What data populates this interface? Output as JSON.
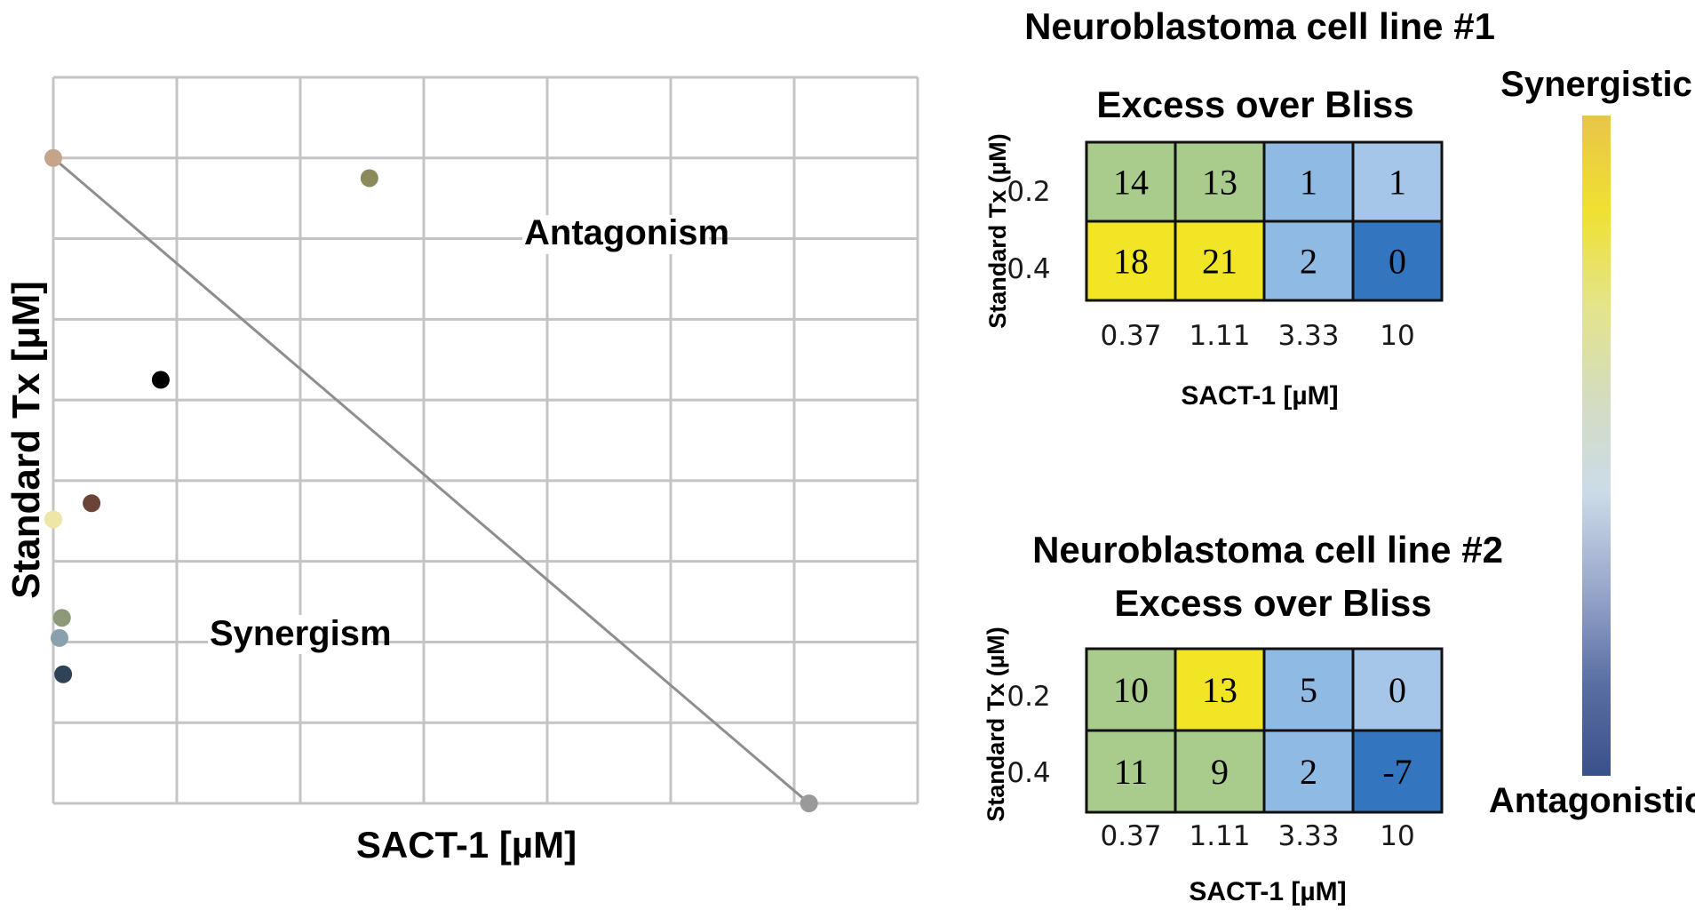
{
  "chart_data": [
    {
      "type": "scatter",
      "xlabel": "SACT-1 [µM]",
      "ylabel": "Standard Tx [µM]",
      "region_labels": [
        "Antagonism",
        "Synergism"
      ],
      "grid": true,
      "xlim": [
        0,
        7
      ],
      "ylim": [
        0,
        9
      ],
      "points": [
        {
          "x": 0.0,
          "y": 8.0,
          "color": "#c4a48a"
        },
        {
          "x": 2.56,
          "y": 7.75,
          "color": "#8a8a5c"
        },
        {
          "x": 0.87,
          "y": 5.25,
          "color": "#000000"
        },
        {
          "x": 0.31,
          "y": 3.72,
          "color": "#6b4438"
        },
        {
          "x": 0.0,
          "y": 3.52,
          "color": "#ede6a6"
        },
        {
          "x": 0.07,
          "y": 2.3,
          "color": "#8c9a78"
        },
        {
          "x": 0.05,
          "y": 2.05,
          "color": "#8aa0ad"
        },
        {
          "x": 0.08,
          "y": 1.6,
          "color": "#2e4358"
        },
        {
          "x": 6.12,
          "y": 0.0,
          "color": "#9a9a9a"
        }
      ],
      "isobole": [
        [
          0,
          8.0
        ],
        [
          6.12,
          0.0
        ]
      ]
    },
    {
      "type": "heatmap",
      "title": "Neuroblastoma cell line #1",
      "subtitle": "Excess over Bliss",
      "xlabel": "SACT-1 [µM]",
      "ylabel": "Standard Tx (µM)",
      "x_categories": [
        "0.37",
        "1.11",
        "3.33",
        "10"
      ],
      "y_categories": [
        "0.2",
        "0.4"
      ],
      "values": [
        [
          14,
          13,
          1,
          1
        ],
        [
          18,
          21,
          2,
          0
        ]
      ],
      "cell_colors": [
        [
          "#a9cc8d",
          "#a9cc8d",
          "#8fbae3",
          "#a5c6e8"
        ],
        [
          "#f2e526",
          "#f2e526",
          "#8fbae3",
          "#3375bf"
        ]
      ]
    },
    {
      "type": "heatmap",
      "title": "Neuroblastoma cell line #2",
      "subtitle": "Excess over Bliss",
      "xlabel": "SACT-1 [µM]",
      "ylabel": "Standard Tx (µM)",
      "x_categories": [
        "0.37",
        "1.11",
        "3.33",
        "10"
      ],
      "y_categories": [
        "0.2",
        "0.4"
      ],
      "values": [
        [
          10,
          13,
          5,
          0
        ],
        [
          11,
          9,
          2,
          -7
        ]
      ],
      "cell_colors": [
        [
          "#a9cc8d",
          "#f2e526",
          "#8fbae3",
          "#a5c6e8"
        ],
        [
          "#a9cc8d",
          "#a9cc8d",
          "#8fbae3",
          "#3375bf"
        ]
      ]
    }
  ],
  "colorbar": {
    "top_label": "Synergistic",
    "bottom_label": "Antagonistic",
    "colors": [
      "#e8c54a",
      "#f0e030",
      "#e4e48a",
      "#d4dcc0",
      "#ccdbe8",
      "#9aa8cc",
      "#5a70a4",
      "#3a5088"
    ]
  }
}
